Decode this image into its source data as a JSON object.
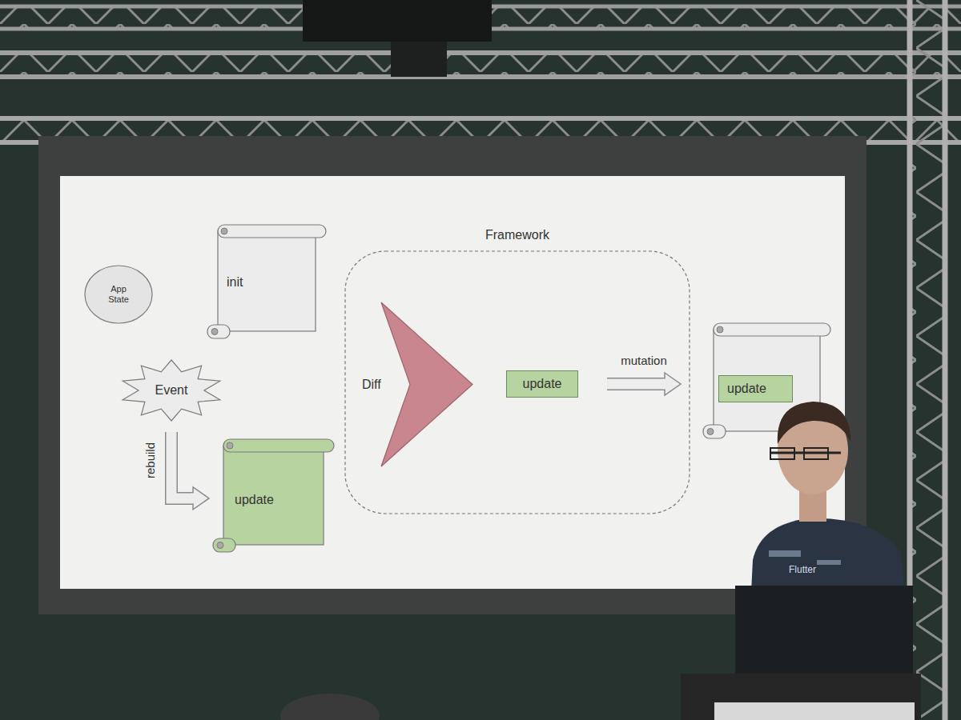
{
  "diagram": {
    "nodes": [
      {
        "text": [
          "App State"
        ]
      },
      {
        "text": [
          "init"
        ]
      },
      {
        "text": [
          "Event"
        ]
      },
      {
        "text": [
          "update"
        ]
      },
      {
        "text": [
          "Framework"
        ]
      },
      {
        "text": [
          "Diff"
        ],
        "in": 4
      },
      {
        "text": [
          "update"
        ],
        "in": 4
      },
      {
        "text": [
          "update"
        ]
      }
    ],
    "edges": [
      {
        "from": 2,
        "to": 3,
        "label": "rebuild",
        "arrow": "to"
      },
      {
        "from": 6,
        "to": 7,
        "label": "mutation",
        "arrow": "to"
      }
    ],
    "labels": [
      "Flutter"
    ]
  }
}
